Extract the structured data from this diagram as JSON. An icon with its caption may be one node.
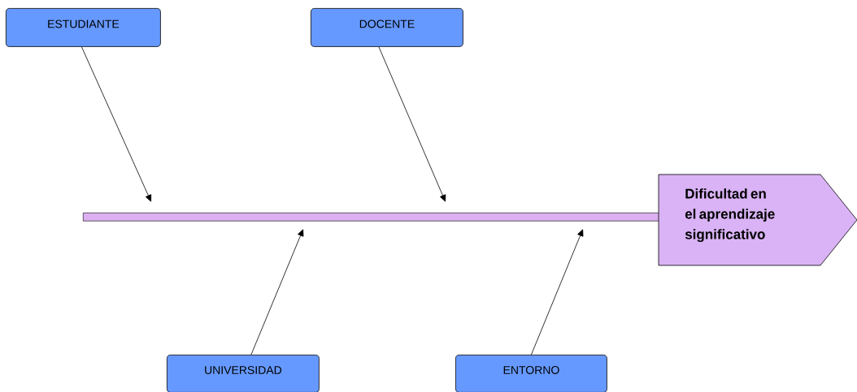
{
  "diagram": {
    "nodes": [
      {
        "text": [
          "ESTUDIANTE"
        ]
      },
      {
        "text": [
          "DOCENTE"
        ]
      },
      {
        "text": [],
        "shape": "bar"
      },
      {
        "text": [
          "Dificultad en el aprendizaje significativo"
        ]
      },
      {
        "text": [
          "UNIVERSIDAD"
        ]
      },
      {
        "text": [
          "ENTORNO"
        ]
      }
    ],
    "edges": [
      {
        "from": 0,
        "to": 2,
        "arrow": "to"
      },
      {
        "from": 1,
        "to": 2,
        "arrow": "to"
      },
      {
        "from": 4,
        "to": 2,
        "arrow": "to"
      },
      {
        "from": 5,
        "to": 2,
        "arrow": "to"
      }
    ]
  }
}
